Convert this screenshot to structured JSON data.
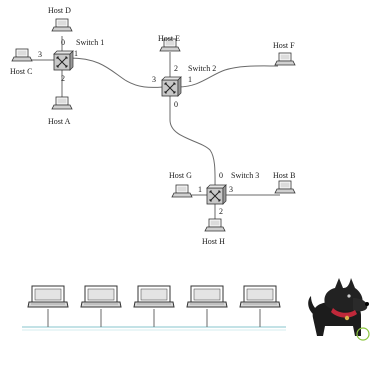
{
  "network": {
    "hosts": [
      {
        "id": "host-d",
        "label": "Host  D"
      },
      {
        "id": "host-c",
        "label": "Host  C"
      },
      {
        "id": "host-a",
        "label": "Host  A"
      },
      {
        "id": "host-e",
        "label": "Host  E"
      },
      {
        "id": "host-f",
        "label": "Host  F"
      },
      {
        "id": "host-g",
        "label": "Host  G"
      },
      {
        "id": "host-b",
        "label": "Host  B"
      },
      {
        "id": "host-h",
        "label": "Host  H"
      }
    ],
    "switches": [
      {
        "id": "switch-1",
        "label": "Switch  1",
        "ports": [
          "0",
          "1",
          "2",
          "3"
        ]
      },
      {
        "id": "switch-2",
        "label": "Switch  2",
        "ports": [
          "2",
          "1",
          "0",
          "3"
        ]
      },
      {
        "id": "switch-3",
        "label": "Switch  3",
        "ports": [
          "0",
          "1",
          "2",
          "3"
        ]
      }
    ]
  },
  "bus": {
    "workstation_count": 5,
    "bus_color": "#9fd0d6"
  },
  "mascot": {
    "icon": "scottie-dog-icon",
    "collar_color": "#c0283a"
  }
}
